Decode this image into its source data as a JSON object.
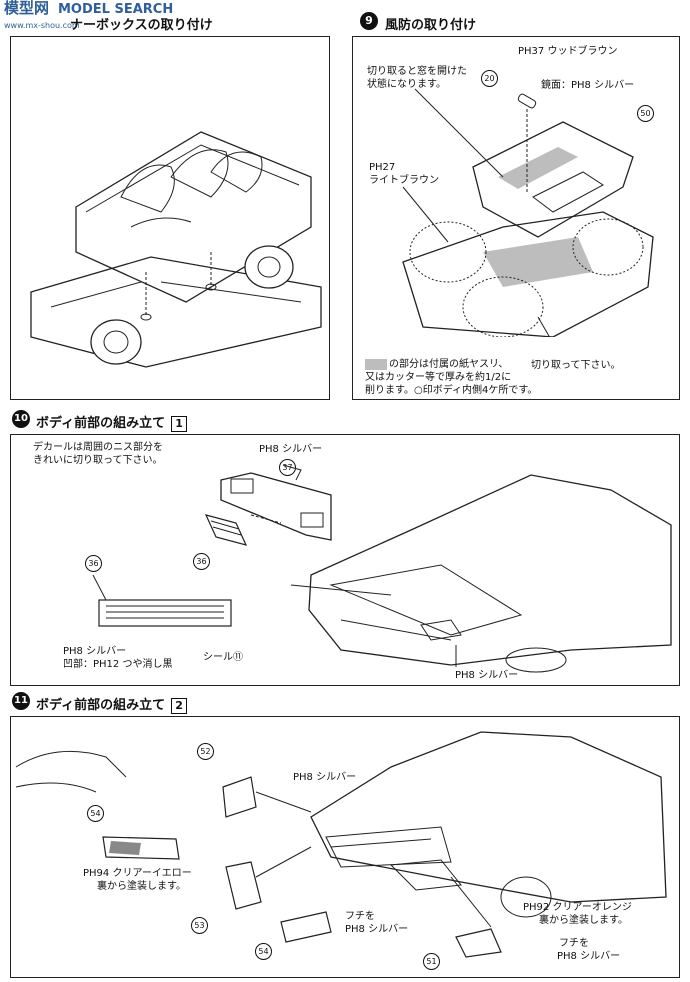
{
  "watermark": {
    "brand": "MODEL SEARCH",
    "chinese": "模型网",
    "url": "www.mx-shou.com"
  },
  "step8": {
    "title_partial": "ナーボックスの取り付け"
  },
  "step9": {
    "number": "9",
    "title": "風防の取り付け",
    "label_wood": "PH37 ウッドブラウン",
    "label_cut_window": "切り取ると窓を開けた",
    "label_cut_window2": "状態になります。",
    "label_mirror": "鏡面：PH8 シルバー",
    "label_light_brown1": "PH27",
    "label_light_brown2": "ライトブラウン",
    "label_cut_off": "切り取って下さい。",
    "note1": "の部分は付属の紙ヤスリ、",
    "note2": "又はカッター等で厚みを約1/2に",
    "note3": "削ります。○印ボディ内側4ケ所です。",
    "part_20": "20",
    "part_50": "50"
  },
  "step10": {
    "number": "10",
    "title": "ボディ前部の組み立て",
    "box_num": "1",
    "decal_note1": "デカールは周囲のニス部分を",
    "decal_note2": "きれいに切り取って下さい。",
    "label_silver_top": "PH8 シルバー",
    "part_37": "37",
    "part_36a": "36",
    "part_36b": "36",
    "label_silver_grille": "PH8 シルバー",
    "label_matte_black": "凹部：PH12 つや消し黒",
    "label_seal": "シール⑪",
    "label_silver_body": "PH8 シルバー"
  },
  "step11": {
    "number": "11",
    "title": "ボディ前部の組み立て",
    "box_num": "2",
    "part_52": "52",
    "part_54a": "54",
    "part_53": "53",
    "part_54b": "54",
    "part_51": "51",
    "label_silver": "PH8 シルバー",
    "label_clear_yellow": "PH94 クリアーイエロー",
    "label_back_paint": "裏から塗装します。",
    "label_edge": "フチを",
    "label_edge_silver": "PH8 シルバー",
    "label_clear_orange": "PH92 クリアーオレンジ",
    "label_back_paint2": "裏から塗装します。",
    "label_edge2": "フチを",
    "label_edge_silver2": "PH8 シルバー"
  }
}
